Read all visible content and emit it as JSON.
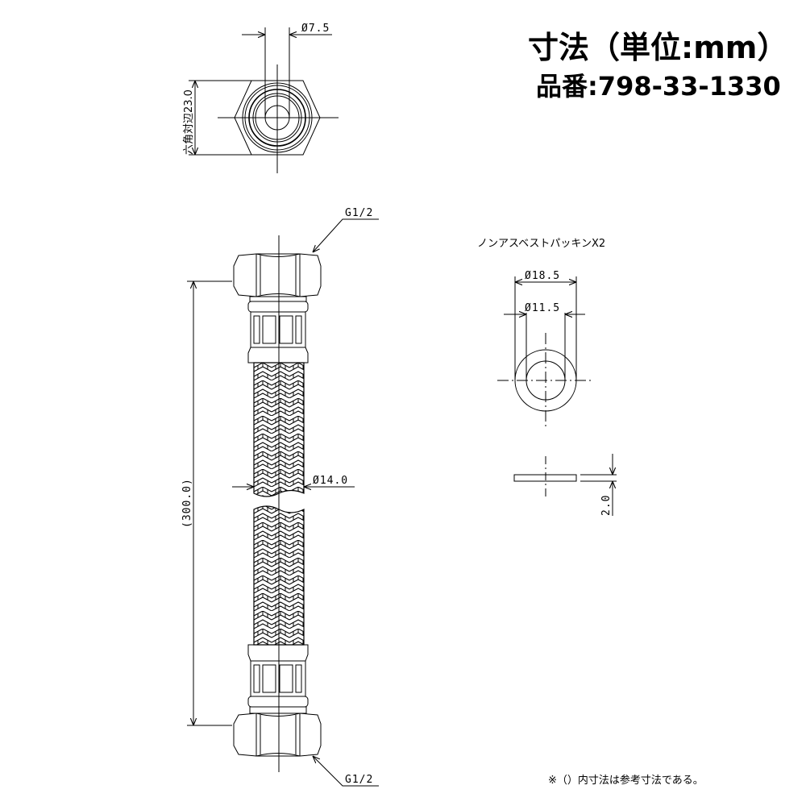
{
  "header": {
    "title": "寸法（単位:mm）",
    "part_number": "品番:798-33-1330"
  },
  "end_view": {
    "bore_dim": "Ø7.5",
    "hex_dim": "六角対辺23.0"
  },
  "hose": {
    "thread_top": "G1/2",
    "thread_bottom": "G1/2",
    "hose_dia": "Ø14.0",
    "length": "(300.0)"
  },
  "packing": {
    "label": "ノンアスベストパッキンX2",
    "outer_dia": "Ø18.5",
    "inner_dia": "Ø11.5",
    "thickness": "2.0"
  },
  "note": "※（）内寸法は参考寸法である。"
}
